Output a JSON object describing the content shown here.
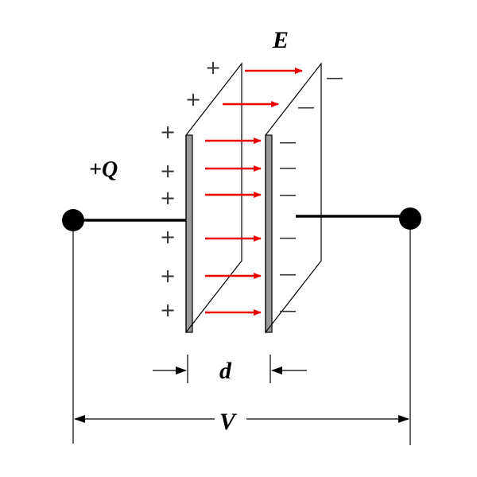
{
  "labels": {
    "charge": "+Q",
    "field": "E",
    "separation": "d",
    "voltage": "V"
  },
  "signs": {
    "plus": "+",
    "minus": "—"
  },
  "colors": {
    "field_arrow": "#ee0000",
    "plate_edge": "#9a9a9a",
    "ink": "#000000"
  }
}
